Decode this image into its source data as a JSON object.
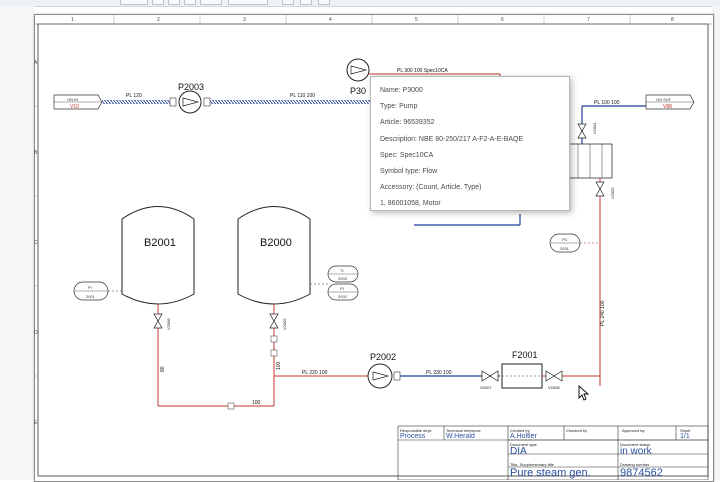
{
  "tags": {
    "p3000": "P30",
    "p2003": "P2003",
    "p2002": "P2002",
    "f2001": "F2001",
    "b2001": "B2001",
    "b2000": "B2000"
  },
  "lines": {
    "pl120": "PL 120",
    "pl110": "PL 110  100",
    "pl300": "PL 300  100  Spec10CA",
    "pl100": "PL 100  100",
    "pl220": "PL 220  100",
    "pl230": "PL 230  100",
    "pl240": "PL 240  100",
    "seg80": "80",
    "seg100a": "100",
    "seg100b": "100"
  },
  "offpage": {
    "left_top": "ON IN",
    "left_bottom": "V10",
    "right_top": "ON SHT",
    "right_bottom": "V88"
  },
  "instruments": {
    "pi2001_top": "PI",
    "pi2001_bottom": "2001",
    "ti2003_top": "TI",
    "ti2003_bottom": "2003",
    "pi2002_top": "PI",
    "pi2002_bottom": "2002",
    "pc2001_top": "PC",
    "pc2001_bottom": "2001"
  },
  "valves": {
    "v2006": "V2006",
    "v2005": "V2005",
    "v2007": "V2007",
    "v2008": "V2008",
    "v2001": "V2001",
    "v2002": "V2002"
  },
  "tooltip": {
    "name": "Name: P3000",
    "type": "Type: Pump",
    "article": "Article: 96539352",
    "description": "Description: NBE 80-250/217 A-F2-A-E-BAQE",
    "spec": "Spec: Spec10CA",
    "symbol": "Symbol type: Flow",
    "accessory": "Accessory: (Count, Article, Type)",
    "accessory_item": "1, 86001058, Motor"
  },
  "title_block": {
    "responsible_dept_label": "Responsible dept.",
    "responsible_dept": "Process",
    "technical_ref_label": "Technical reference",
    "technical_ref": "W.Herald",
    "created_by_label": "Created by",
    "created_by": "A.Holtler",
    "checked_by_label": "Checked by",
    "approved_by_label": "Approved by",
    "sheet_label": "Sheet",
    "sheet": "1/1",
    "doc_type_label": "Document type",
    "doc_type": "DIA",
    "doc_status_label": "Document status",
    "doc_status": "in work",
    "title_label": "Title, Supplementary title",
    "title": "Pure steam gen.",
    "drawing_no_label": "Drawing number",
    "drawing_no": "9874562"
  },
  "grid": {
    "columns": [
      "1",
      "2",
      "3",
      "4",
      "5",
      "6",
      "7",
      "8"
    ],
    "rows": [
      "A",
      "B",
      "C",
      "D",
      "E"
    ]
  },
  "colors": {
    "process_line": "#1f3f9a",
    "utility_line": "#c0392b",
    "text": "#1a1a1a",
    "title_value": "#2a4fa0"
  }
}
